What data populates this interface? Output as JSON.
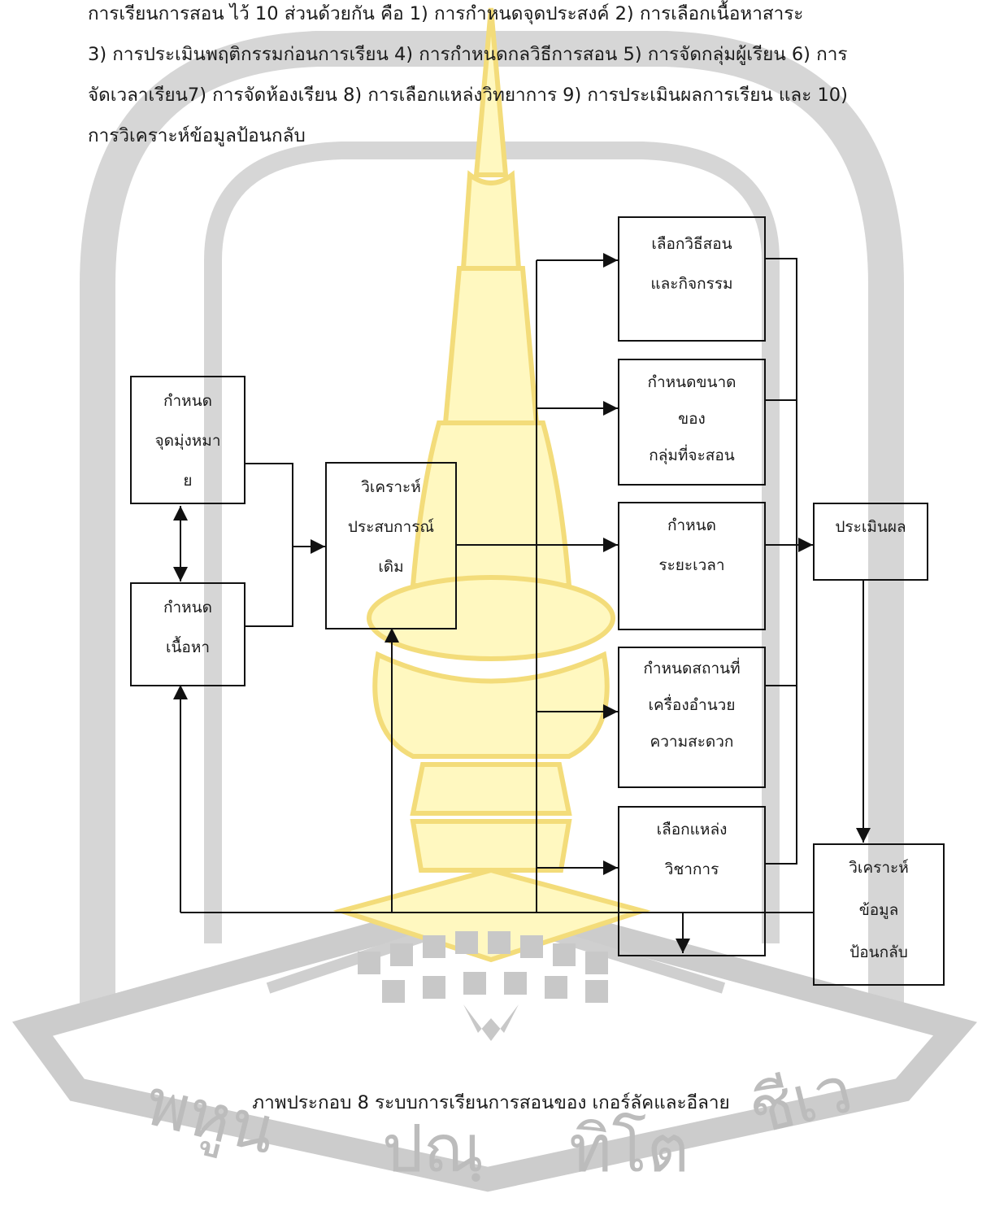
{
  "intro_lines": [
    "การเรียนการสอน ไว้ 10 ส่วนด้วยกัน คือ 1) การกำหนดจุดประสงค์ 2) การเลือกเนื้อหาสาระ",
    "3) การประเมินพฤติกรรมก่อนการเรียน 4) การกำหนดกลวิธีการสอน 5) การจัดกลุ่มผู้เรียน 6) การ",
    "จัดเวลาเรียน7) การจัดห้องเรียน 8) การเลือกแหล่งวิทยาการ 9) การประเมินผลการเรียน และ 10)",
    "การวิเคราะห์ข้อมูลป้อนกลับ"
  ],
  "diagram": {
    "goal_box": [
      "กำหนด",
      "จุดมุ่งหมา",
      "ย"
    ],
    "content_box": [
      "กำหนด",
      "เนื้อหา"
    ],
    "prior_box": [
      "วิเคราะห์",
      "ประสบการณ์",
      "เดิม"
    ],
    "method_box": [
      "เลือกวิธีสอน",
      "และกิจกรรม"
    ],
    "group_box": [
      "กำหนดขนาด",
      "ของ",
      "กลุ่มที่จะสอน"
    ],
    "time_box": [
      "กำหนด",
      "ระยะเวลา"
    ],
    "place_box": [
      "กำหนดสถานที่",
      "เครื่องอำนวย",
      "ความสะดวก"
    ],
    "resource_box": [
      "เลือกแหล่ง",
      "วิชาการ"
    ],
    "evaluate_box": [
      "ประเมินผล"
    ],
    "feedback_box": [
      "วิเคราะห์",
      "ข้อมูล",
      "ป้อนกลับ"
    ]
  },
  "caption": "ภาพประกอบ 8  ระบบการเรียนการสอนของ เกอร์ลัคและอีลาย",
  "watermark_text": "พหูน ปณฺ ทิโต ชีเว",
  "colors": {
    "line": "#111111",
    "watermark_gray": "#c4c4c4",
    "watermark_yellow": "#fff8c0",
    "watermark_yellow_edge": "#f3dc7a"
  }
}
